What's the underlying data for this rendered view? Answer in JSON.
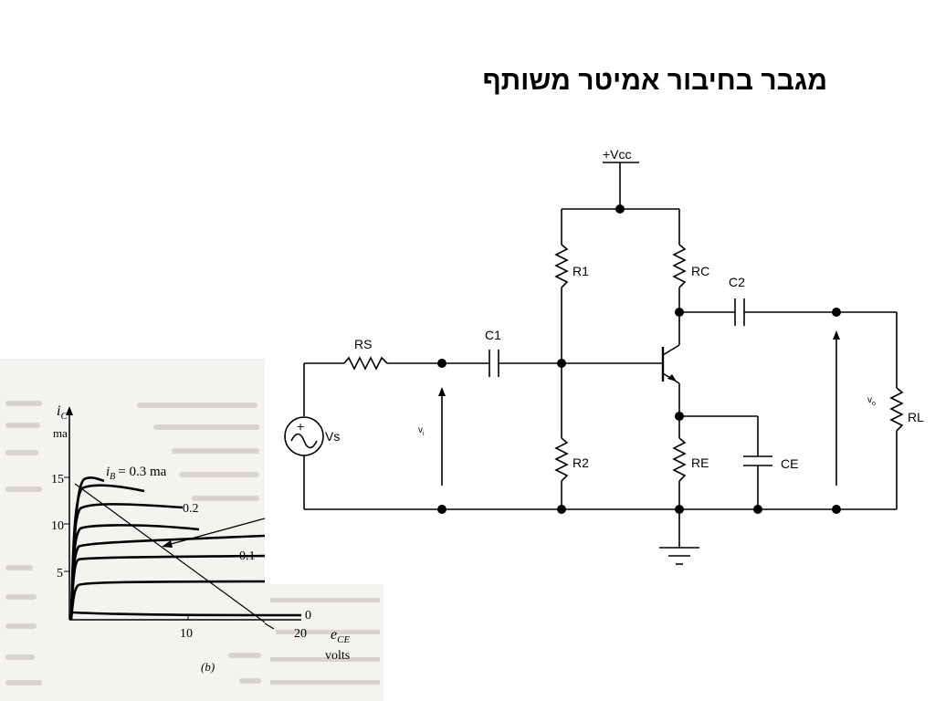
{
  "slide": {
    "title": "מגבר בחיבור אמיטר משותף"
  },
  "schematic": {
    "supply_label": "+Vcc",
    "source_label": "Vs",
    "resistors": {
      "rs": "RS",
      "r1": "R1",
      "r2": "R2",
      "rc": "RC",
      "re": "RE",
      "rl": "RL"
    },
    "capacitors": {
      "c1": "C1",
      "c2": "C2",
      "ce": "CE"
    },
    "input_voltage": {
      "main": "v",
      "sub": "i"
    },
    "output_voltage": {
      "main": "v",
      "sub": "o"
    },
    "source_plus_sign": "+"
  },
  "characteristic_graph": {
    "y_axis": {
      "main": "i",
      "sub": "C",
      "unit": "ma",
      "ticks": [
        "5",
        "10",
        "15"
      ]
    },
    "x_axis": {
      "main": "e",
      "sub": "CE",
      "unit": "volts",
      "ticks": [
        "10",
        "20"
      ]
    },
    "curve_labels": {
      "top": "= 0.3 ma",
      "top_prefix_main": "i",
      "top_prefix_sub": "B",
      "mid": "0.2",
      "low": "0.1",
      "zero": "0"
    },
    "caption": "(b)"
  }
}
